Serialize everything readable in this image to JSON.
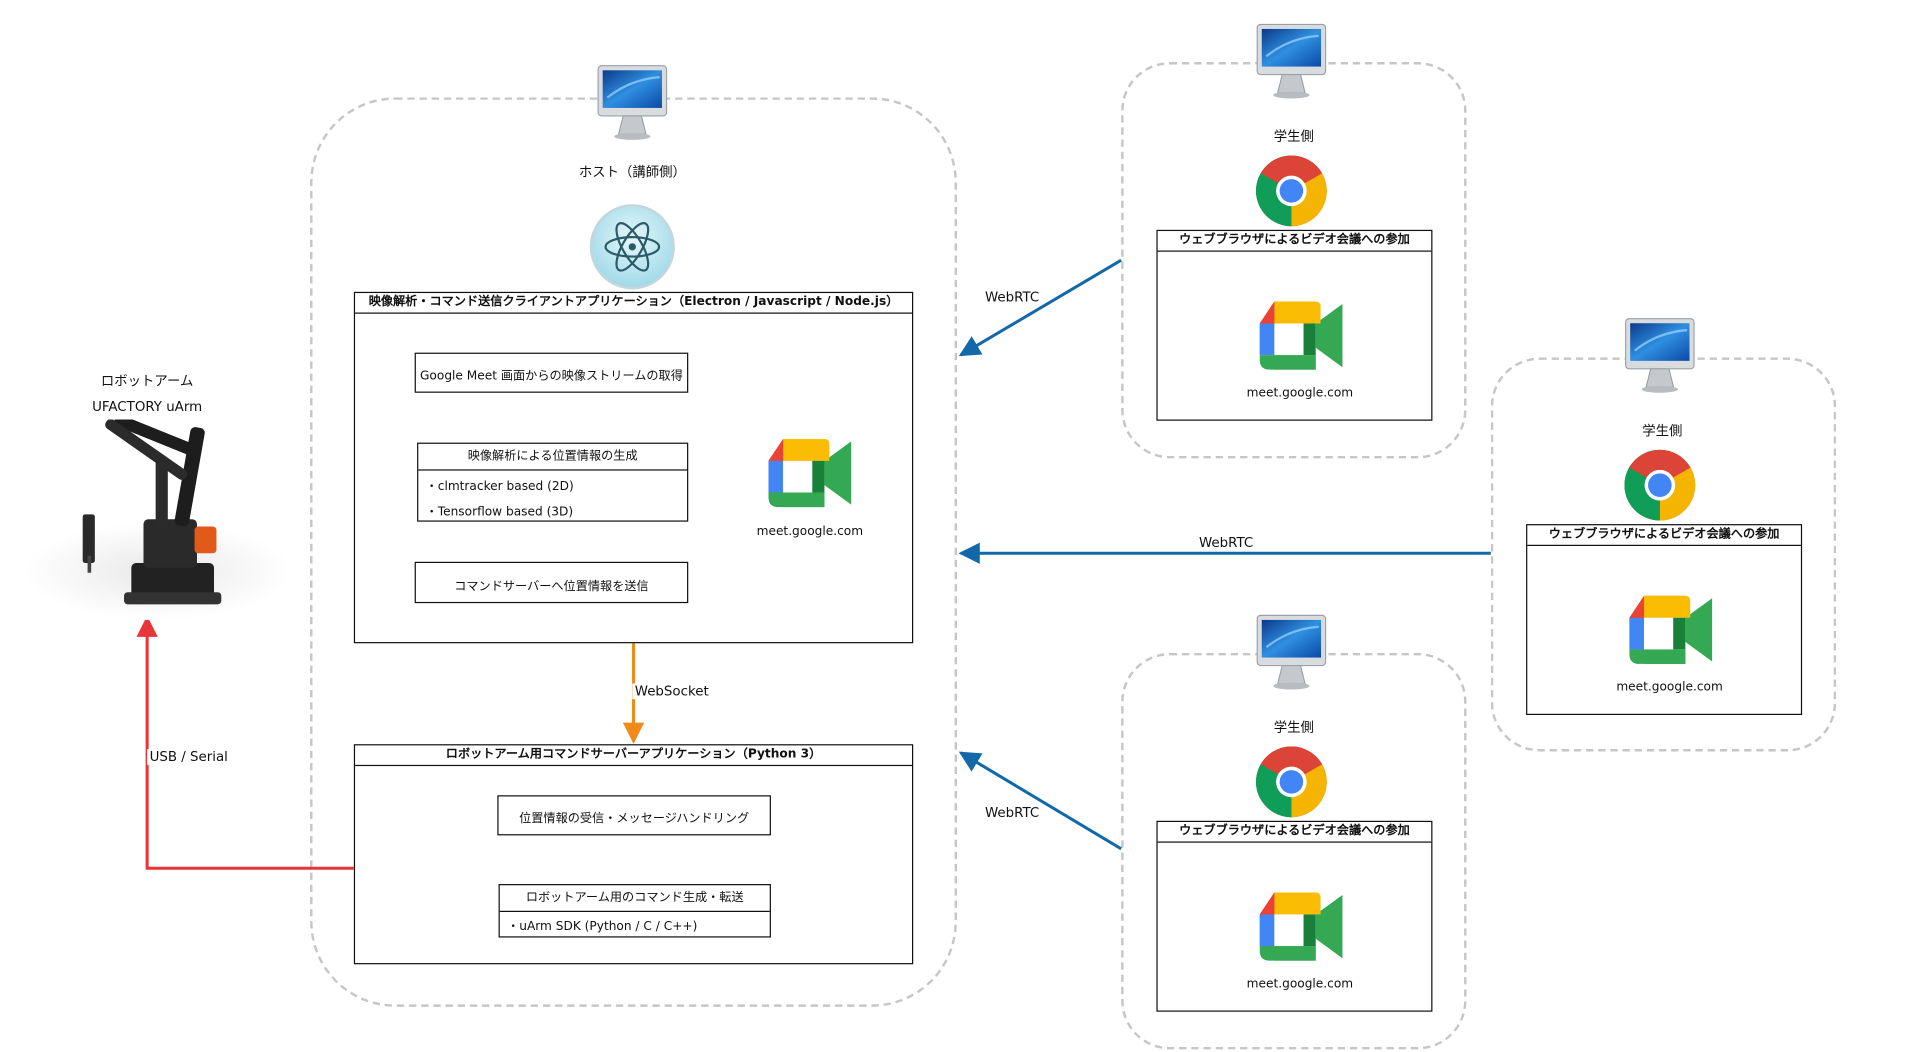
{
  "colors": {
    "webrtc": "#1268a8",
    "websocket": "#f28a1a",
    "serial": "#e8353a",
    "group_border": "#c6c6c6"
  },
  "robot": {
    "title": "ロボットアーム",
    "model": "UFACTORY uArm"
  },
  "host": {
    "title": "ホスト（講師側）",
    "client_app": {
      "title": "映像解析・コマンド送信クライアントアプリケーション（Electron / Javascript / Node.js）",
      "step1": "Google Meet 画面からの映像ストリームの取得",
      "step2_title": "映像解析による位置情報の生成",
      "step2_items": [
        "・clmtracker based (2D)",
        "・Tensorflow based (3D)"
      ],
      "step3": "コマンドサーバーへ位置情報を送信",
      "meet_label": "meet.google.com"
    },
    "server_app": {
      "title": "ロボットアーム用コマンドサーバーアプリケーション（Python 3）",
      "step1": "位置情報の受信・メッセージハンドリング",
      "step2_title": "ロボットアーム用のコマンド生成・転送",
      "step2_item": "・uArm SDK (Python / C / C++)"
    }
  },
  "students": [
    {
      "title": "学生側",
      "box_title": "ウェブブラウザによるビデオ会議への参加",
      "meet_label": "meet.google.com"
    },
    {
      "title": "学生側",
      "box_title": "ウェブブラウザによるビデオ会議への参加",
      "meet_label": "meet.google.com"
    },
    {
      "title": "学生側",
      "box_title": "ウェブブラウザによるビデオ会議への参加",
      "meet_label": "meet.google.com"
    }
  ],
  "edges": {
    "webrtc_1": "WebRTC",
    "webrtc_2": "WebRTC",
    "webrtc_3": "WebRTC",
    "websocket": "WebSocket",
    "serial": "USB / Serial"
  },
  "icons": {
    "computer": "imac-computer-icon",
    "electron": "electron-logo-icon",
    "chrome": "chrome-logo-icon",
    "meet": "google-meet-logo-icon",
    "robot": "robot-arm-image"
  }
}
